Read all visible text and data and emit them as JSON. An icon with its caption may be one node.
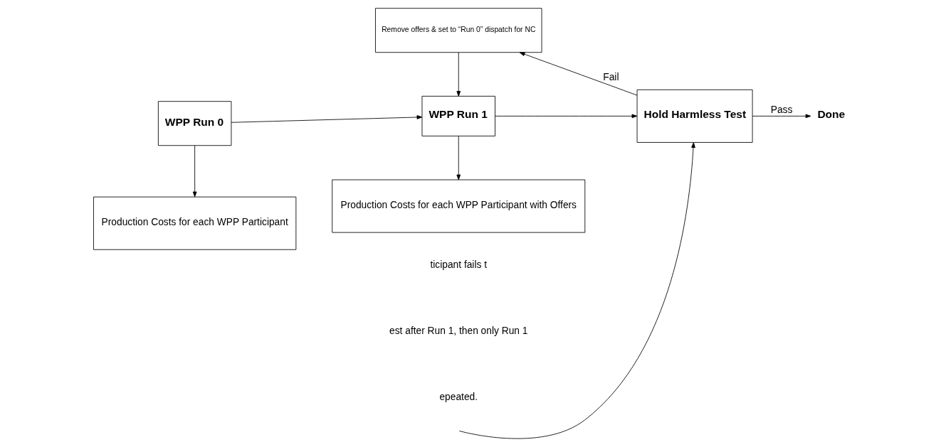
{
  "diagram": {
    "nodes": [
      {
        "text": [
          "Remove offers & set to “Run 0” dispatch for NC"
        ]
      },
      {
        "text": [
          "WPP Run 0"
        ]
      },
      {
        "text": [
          "WPP Run 1"
        ]
      },
      {
        "text": [
          "Hold Harmless Test"
        ]
      },
      {
        "text": [
          "Done"
        ]
      },
      {
        "text": [
          "Production Costs for each WPP Participant"
        ]
      },
      {
        "text": [
          "Production Costs for each WPP Participant with Offers"
        ]
      }
    ],
    "edges": [
      {
        "from": 1,
        "to": 2,
        "arrow": "to"
      },
      {
        "from": 2,
        "to": 3,
        "arrow": "to"
      },
      {
        "from": 3,
        "to": 0,
        "arrow": "to",
        "label": "Fail"
      },
      {
        "from": 0,
        "to": 2,
        "arrow": "to"
      },
      {
        "from": 3,
        "to": 4,
        "arrow": "to",
        "label": "Pass"
      },
      {
        "from": 1,
        "to": 5,
        "arrow": "to"
      },
      {
        "from": 2,
        "to": 6,
        "arrow": "to"
      },
      {
        "from": null,
        "to": 3,
        "arrow": "to"
      }
    ],
    "labels": [
      "ticipant fails t",
      "est after Run 1, then only Run 1",
      "epeated."
    ]
  }
}
